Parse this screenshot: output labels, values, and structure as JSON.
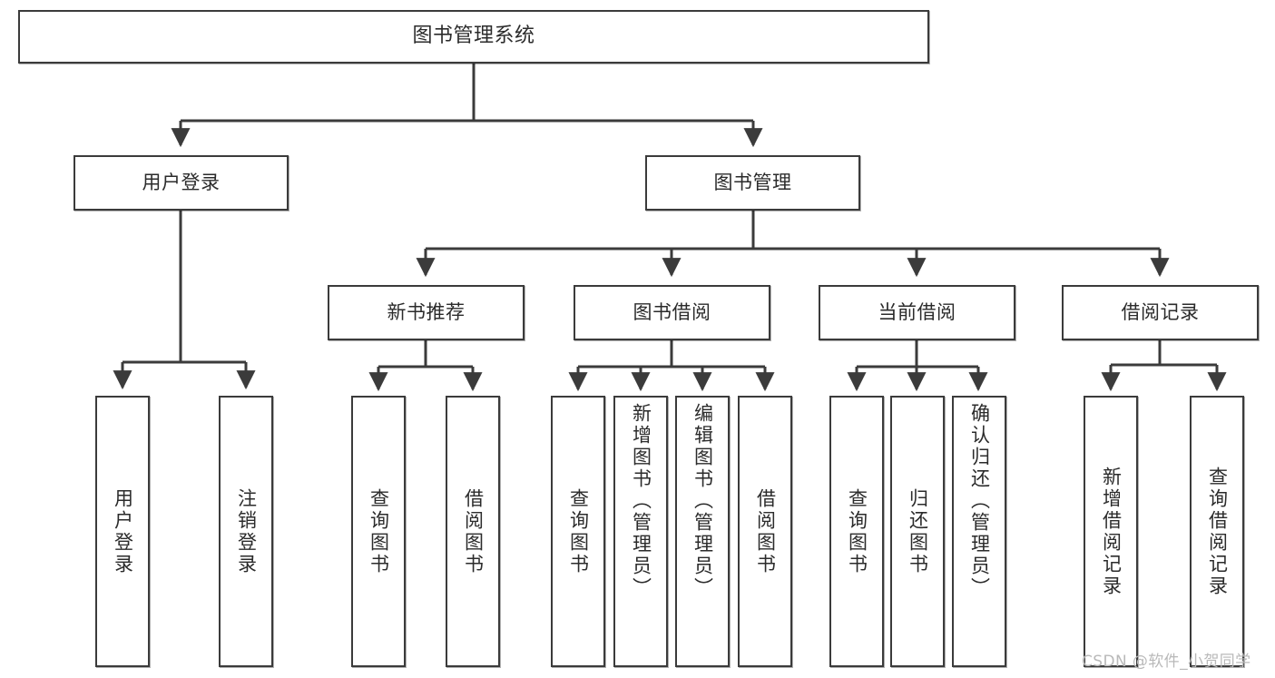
{
  "diagram": {
    "title": "图书管理系统",
    "type": "功能结构图",
    "line_color": "#3b3b3b",
    "box_fill": "#ffffff",
    "text_color": "#2b2b2b"
  },
  "nodes": {
    "root": {
      "label": "图书管理系统"
    },
    "level2": [
      {
        "id": "user-login",
        "label": "用户登录"
      },
      {
        "id": "book-manage",
        "label": "图书管理"
      }
    ],
    "level3": [
      {
        "id": "new-book-recommend",
        "label": "新书推荐"
      },
      {
        "id": "book-borrow",
        "label": "图书借阅"
      },
      {
        "id": "current-borrow",
        "label": "当前借阅"
      },
      {
        "id": "borrow-record",
        "label": "借阅记录"
      }
    ],
    "leaves": {
      "user_login": [
        {
          "id": "leaf-user-login",
          "label": "用户登录"
        },
        {
          "id": "leaf-logout-login",
          "label": "注销登录"
        }
      ],
      "new_book_recommend": [
        {
          "id": "leaf-query-book-1",
          "label": "查询图书"
        },
        {
          "id": "leaf-borrow-book-1",
          "label": "借阅图书"
        }
      ],
      "book_borrow": [
        {
          "id": "leaf-query-book-2",
          "label": "查询图书"
        },
        {
          "id": "leaf-add-book",
          "label": "新增图书（管理员）"
        },
        {
          "id": "leaf-edit-book",
          "label": "编辑图书（管理员）"
        },
        {
          "id": "leaf-borrow-book-2",
          "label": "借阅图书"
        }
      ],
      "current_borrow": [
        {
          "id": "leaf-query-book-3",
          "label": "查询图书"
        },
        {
          "id": "leaf-return-book",
          "label": "归还图书"
        },
        {
          "id": "leaf-confirm-return",
          "label": "确认归还（管理员）"
        }
      ],
      "borrow_record": [
        {
          "id": "leaf-add-record",
          "label": "新增借阅记录"
        },
        {
          "id": "leaf-query-record",
          "label": "查询借阅记录"
        }
      ]
    }
  },
  "watermark": {
    "text": "CSDN @软件_小贺同学"
  }
}
